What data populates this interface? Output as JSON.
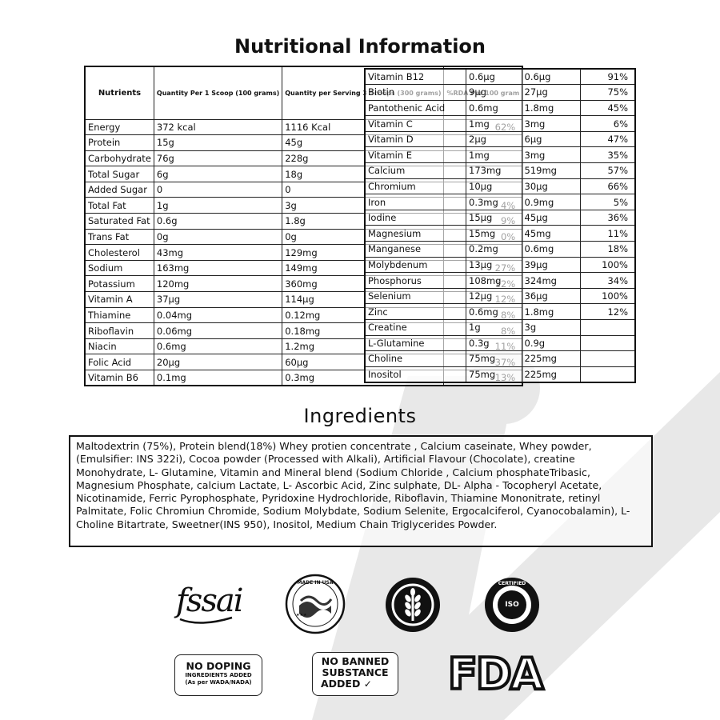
{
  "title": "Nutritional Information",
  "ingredients_title": "Ingredients",
  "left_table": {
    "headers": [
      "Nutrients",
      "Quantity Per 1 Scoop (100 grams)",
      "Quantity per Serving 3 Scoops (300 grams)",
      "%RDA Per 100 gram"
    ],
    "rows": [
      [
        "Energy",
        "372 kcal",
        "1116 Kcal",
        "62%"
      ],
      [
        "Protein",
        "15g",
        "45g",
        ""
      ],
      [
        "Carbohydrate",
        "76g",
        "228g",
        ""
      ],
      [
        "Total Sugar",
        "6g",
        "18g",
        ""
      ],
      [
        "Added Sugar",
        "0",
        "0",
        ""
      ],
      [
        "Total Fat",
        "1g",
        "3g",
        "4%"
      ],
      [
        "Saturated Fat",
        "0.6g",
        "1.8g",
        "9%"
      ],
      [
        "Trans Fat",
        "0g",
        "0g",
        "0%"
      ],
      [
        "Cholesterol",
        "43mg",
        "129mg",
        ""
      ],
      [
        "Sodium",
        "163mg",
        "149mg",
        "27%"
      ],
      [
        "Potassium",
        "120mg",
        "360mg",
        "12%"
      ],
      [
        "Vitamin A",
        "37µg",
        "114µg",
        "12%"
      ],
      [
        "Thiamine",
        "0.04mg",
        "0.12mg",
        "8%"
      ],
      [
        "Riboflavin",
        "0.06mg",
        "0.18mg",
        "8%"
      ],
      [
        "Niacin",
        "0.6mg",
        "1.2mg",
        "11%"
      ],
      [
        "Folic Acid",
        "20µg",
        "60µg",
        "37%"
      ],
      [
        "Vitamin B6",
        "0.1mg",
        "0.3mg",
        "13%"
      ]
    ]
  },
  "right_table": {
    "rows": [
      [
        "Vitamin B12",
        "0.6µg",
        "0.6µg",
        "91%"
      ],
      [
        "Biotin",
        "9µg",
        "27µg",
        "75%"
      ],
      [
        "Pantothenic Acid",
        "0.6mg",
        "1.8mg",
        "45%"
      ],
      [
        "Vitamin C",
        "1mg",
        "3mg",
        "6%"
      ],
      [
        "Vitamin D",
        "2µg",
        "6µg",
        "47%"
      ],
      [
        "Vitamin E",
        "1mg",
        "3mg",
        "35%"
      ],
      [
        "Calcium",
        "173mg",
        "519mg",
        "57%"
      ],
      [
        "Chromium",
        "10µg",
        "30µg",
        "66%"
      ],
      [
        "Iron",
        "0.3mg",
        "0.9mg",
        "5%"
      ],
      [
        "Iodine",
        "15µg",
        "45µg",
        "36%"
      ],
      [
        "Magnesium",
        "15mg",
        "45mg",
        "11%"
      ],
      [
        "Manganese",
        "0.2mg",
        "0.6mg",
        "18%"
      ],
      [
        "Molybdenum",
        "13µg",
        "39µg",
        "100%"
      ],
      [
        "Phosphorus",
        "108mg",
        "324mg",
        "34%"
      ],
      [
        "Selenium",
        "12µg",
        "36µg",
        "100%"
      ],
      [
        "Zinc",
        "0.6mg",
        "1.8mg",
        "12%"
      ],
      [
        "Creatine",
        "1g",
        "3g",
        ""
      ],
      [
        "L-Glutamine",
        "0.3g",
        "0.9g",
        ""
      ],
      [
        "Choline",
        "75mg",
        "225mg",
        ""
      ],
      [
        "Inositol",
        "75mg",
        "225mg",
        ""
      ]
    ]
  },
  "ingredients_text": "Maltodextrin (75%), Protein blend(18%) Whey protien concentrate , Calcium caseinate, Whey powder, (Emulsifier: INS 322i), Cocoa powder (Processed with Alkali), Artificial Flavour (Chocolate), creatine Monohydrate, L- Glutamine, Vitamin and Mineral blend (Sodium Chloride , Calcium phosphateTribasic, Magnesium  Phosphate, calcium Lactate, L- Ascorbic Acid, Zinc sulphate, DL- Alpha - Tocopheryl Acetate, Nicotinamide, Ferric Pyrophosphate, Pyridoxine Hydrochloride, Riboflavin, Thiamine Mononitrate, retinyl Palmitate, Folic Chromiun Chromide, Sodium Molybdate, Sodium Selenite, Ergocalciferol, Cyanocobalamin), L- Choline Bitartrate, Sweetner(INS 950), Inositol, Medium Chain Triglycerides Powder.",
  "logos": {
    "fssai": "fssai",
    "made_in_usa": "MADE IN USA",
    "gluten_icon": "wheat-icon",
    "iso_top": "CERTIFIED",
    "iso_center": "ISO",
    "fda": "FDA"
  },
  "badges": {
    "doping_big": "NO DOPING",
    "doping_small_1": "INGREDIENTS ADDED",
    "doping_small_2": "(As per WADA/NADA)",
    "banned_1": "NO BANNED",
    "banned_2": "SUBSTANCE",
    "banned_3": "ADDED"
  },
  "colors": {
    "text": "#111111",
    "watermark": "#e6e6e6"
  }
}
